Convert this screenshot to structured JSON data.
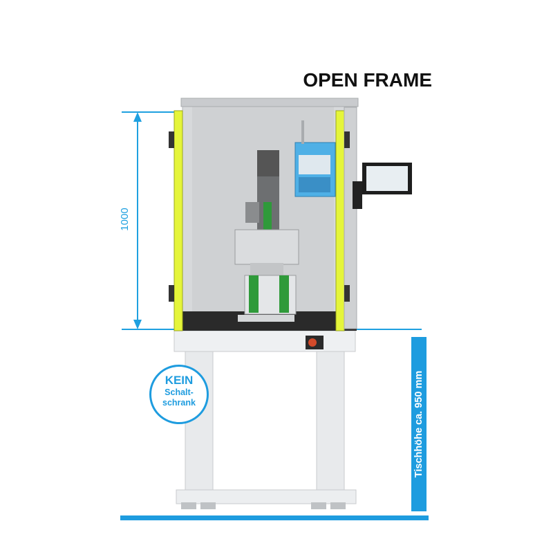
{
  "title": "OPEN FRAME",
  "dimension": {
    "height_label": "1000"
  },
  "table_height": {
    "label": "Tischhöhe ca. 950 mm"
  },
  "badge": {
    "line1": "KEIN",
    "line2": "Schalt-",
    "line3": "schrank"
  },
  "colors": {
    "accent_blue": "#1e9cdf",
    "safety_yellow": "#e5f53a",
    "frame_grey": "#c9cbce",
    "panel_blue": "#4fb0e6"
  }
}
